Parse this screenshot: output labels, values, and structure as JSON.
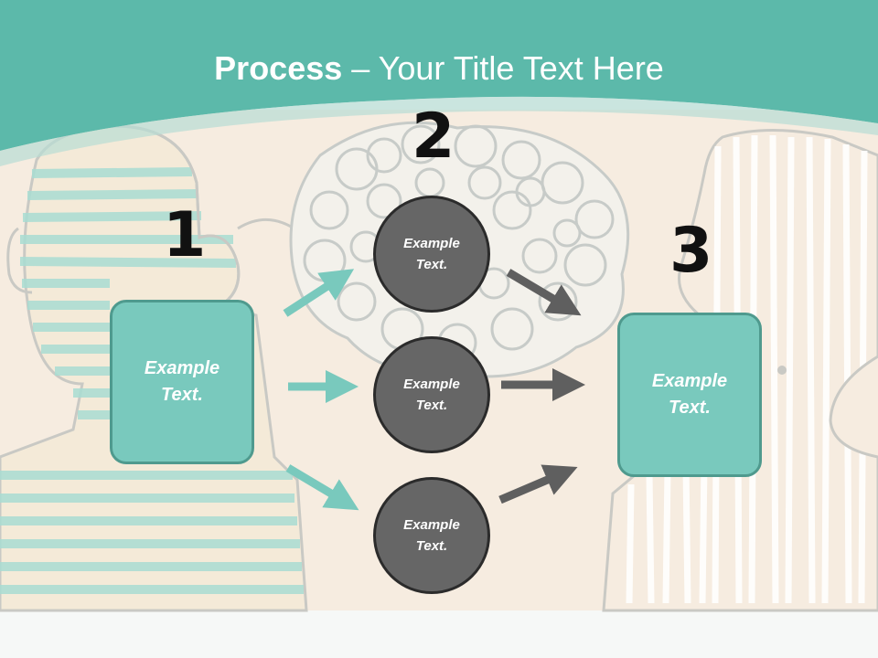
{
  "title": {
    "bold": "Process",
    "rest": " – Your Title Text Here"
  },
  "steps": [
    {
      "number": "1",
      "text": "Example\nText."
    },
    {
      "number": "2",
      "circles": [
        "Example\nText.",
        "Example\nText.",
        "Example\nText."
      ]
    },
    {
      "number": "3",
      "text": "Example\nText."
    }
  ],
  "colors": {
    "header": "#5cb9aa",
    "box": "#79c9bd",
    "circle": "#666666",
    "arrow_teal": "#79c9bd",
    "arrow_gray": "#5f5f5f",
    "background": "#f6ece0"
  }
}
